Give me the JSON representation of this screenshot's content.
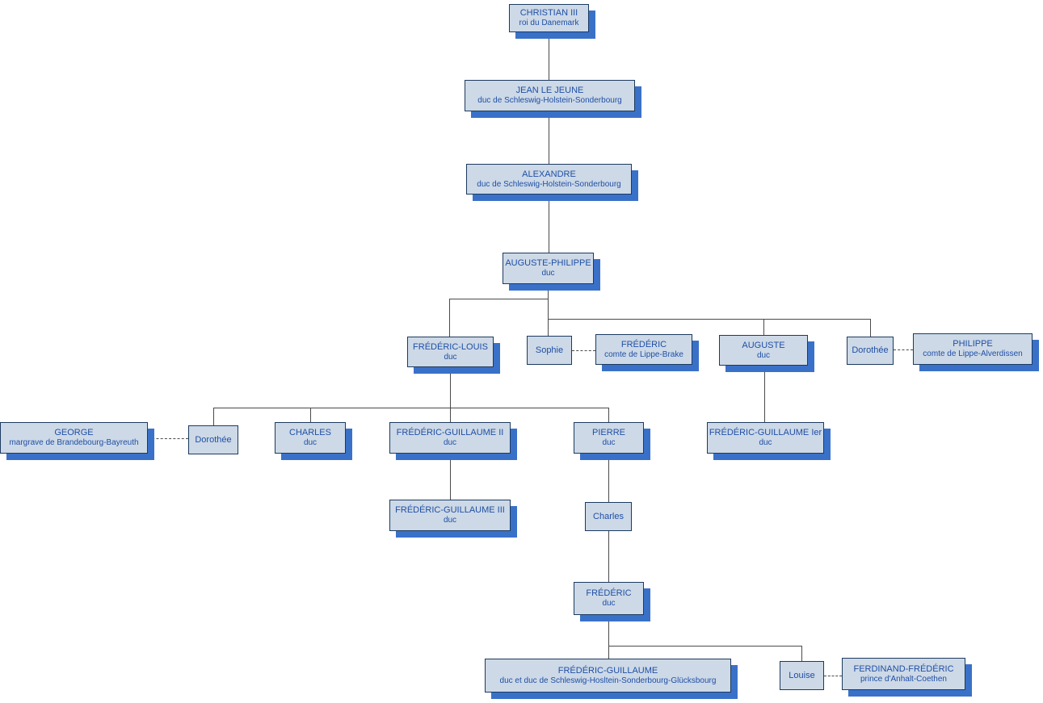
{
  "diagram": {
    "type": "family-tree",
    "colors": {
      "box_fill": "#cdd9e7",
      "box_border": "#1c3a5f",
      "box_shadow": "#3a71c8",
      "text": "#1f4fa5",
      "connector": "#4a4a4a",
      "background": "#ffffff"
    },
    "nodes": [
      {
        "id": "christian-iii",
        "name": "CHRISTIAN III",
        "title": "roi du Danemark"
      },
      {
        "id": "jean-le-jeune",
        "name": "JEAN LE JEUNE",
        "title": "duc de Schleswig-Holstein-Sonderbourg"
      },
      {
        "id": "alexandre",
        "name": "ALEXANDRE",
        "title": "duc de Schleswig-Holstein-Sonderbourg"
      },
      {
        "id": "auguste-philippe",
        "name": "AUGUSTE-PHILIPPE",
        "title": "duc"
      },
      {
        "id": "frederic-louis",
        "name": "FRÉDÉRIC-LOUIS",
        "title": "duc"
      },
      {
        "id": "sophie",
        "name": "Sophie"
      },
      {
        "id": "frederic-lippe-brake",
        "name": "FRÉDÉRIC",
        "title": "comte de Lippe-Brake"
      },
      {
        "id": "auguste",
        "name": "AUGUSTE",
        "title": "duc"
      },
      {
        "id": "dorothee-lippe",
        "name": "Dorothée"
      },
      {
        "id": "philippe-lippe-alverdissen",
        "name": "PHILIPPE",
        "title": "comte de Lippe-Alverdissen"
      },
      {
        "id": "george-brandebourg",
        "name": "GEORGE",
        "title": "margrave de Brandebourg-Bayreuth"
      },
      {
        "id": "dorothee",
        "name": "Dorothée"
      },
      {
        "id": "charles-duc",
        "name": "CHARLES",
        "title": "duc"
      },
      {
        "id": "frederic-guillaume-ii",
        "name": "FRÉDÉRIC-GUILLAUME II",
        "title": "duc"
      },
      {
        "id": "pierre",
        "name": "PIERRE",
        "title": "duc"
      },
      {
        "id": "frederic-guillaume-ier",
        "name": "FRÉDÉRIC-GUILLAUME Ier",
        "title": "duc"
      },
      {
        "id": "frederic-guillaume-iii",
        "name": "FRÉDÉRIC-GUILLAUME III",
        "title": "duc"
      },
      {
        "id": "charles",
        "name": "Charles"
      },
      {
        "id": "frederic-duc",
        "name": "FRÉDÉRIC",
        "title": "duc"
      },
      {
        "id": "frederic-guillaume-glucksbourg",
        "name": "FRÉDÉRIC-GUILLAUME",
        "title": "duc et duc de Schleswig-Hosltein-Sonderbourg-Glücksbourg"
      },
      {
        "id": "louise",
        "name": "Louise"
      },
      {
        "id": "ferdinand-frederic",
        "name": "FERDINAND-FRÉDÉRIC",
        "title": "prince d'Anhalt-Coethen"
      }
    ],
    "edges": {
      "descent": [
        [
          "christian-iii",
          "jean-le-jeune"
        ],
        [
          "jean-le-jeune",
          "alexandre"
        ],
        [
          "alexandre",
          "auguste-philippe"
        ],
        [
          "auguste-philippe",
          "frederic-louis"
        ],
        [
          "auguste-philippe",
          "sophie"
        ],
        [
          "auguste-philippe",
          "auguste"
        ],
        [
          "auguste-philippe",
          "dorothee-lippe"
        ],
        [
          "frederic-louis",
          "dorothee"
        ],
        [
          "frederic-louis",
          "charles-duc"
        ],
        [
          "frederic-louis",
          "frederic-guillaume-ii"
        ],
        [
          "frederic-louis",
          "pierre"
        ],
        [
          "auguste",
          "frederic-guillaume-ier"
        ],
        [
          "frederic-guillaume-ii",
          "frederic-guillaume-iii"
        ],
        [
          "pierre",
          "charles"
        ],
        [
          "charles",
          "frederic-duc"
        ],
        [
          "frederic-duc",
          "frederic-guillaume-glucksbourg"
        ],
        [
          "frederic-duc",
          "louise"
        ]
      ],
      "marriages": [
        [
          "sophie",
          "frederic-lippe-brake"
        ],
        [
          "dorothee-lippe",
          "philippe-lippe-alverdissen"
        ],
        [
          "george-brandebourg",
          "dorothee"
        ],
        [
          "louise",
          "ferdinand-frederic"
        ]
      ]
    }
  }
}
